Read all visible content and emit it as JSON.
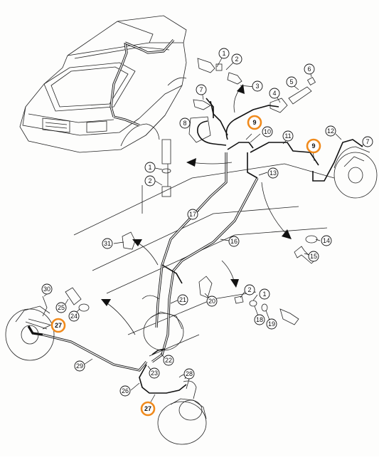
{
  "callouts": {
    "c1": "1",
    "c2": "2",
    "c3": "3",
    "c4": "4",
    "c5": "5",
    "c6": "6",
    "c7a": "7",
    "c7b": "7",
    "c8": "8",
    "c9a": "9",
    "c9b": "9",
    "c10": "10",
    "c11": "11",
    "c12": "12",
    "c13": "13",
    "c14": "14",
    "c15": "15",
    "c16": "16",
    "c17": "17",
    "c18": "18",
    "c19": "19",
    "c20": "20",
    "c21": "21",
    "c22": "22",
    "c23": "23",
    "c24": "24",
    "c25": "25",
    "c26": "26",
    "c27a": "27",
    "c27b": "27",
    "c28": "28",
    "c29": "29",
    "c30": "30",
    "c31": "31",
    "c1b": "1",
    "c2b": "2",
    "c1c": "1",
    "c2c": "2"
  },
  "colors": {
    "highlight": "#f08a1c",
    "ink": "#111111",
    "paper": "#fdfdfc"
  },
  "highlighted_parts": [
    "9",
    "9",
    "27",
    "27"
  ]
}
